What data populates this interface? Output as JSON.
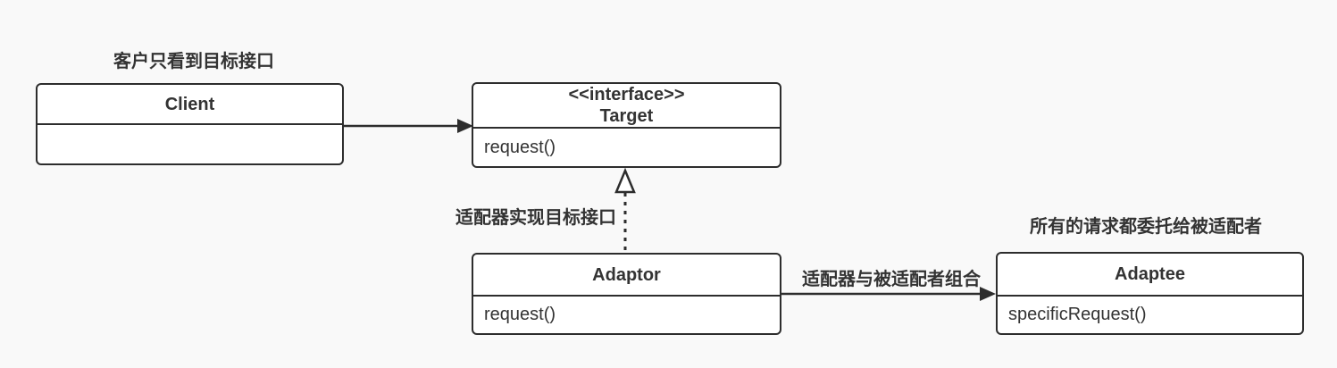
{
  "notes": {
    "client": "客户只看到目标接口",
    "implements": "适配器实现目标接口",
    "composition": "适配器与被适配者组合",
    "delegation": "所有的请求都委托给被适配者"
  },
  "classes": {
    "client": {
      "name": "Client"
    },
    "target": {
      "stereotype": "<<interface>>",
      "name": "Target",
      "method": "request()"
    },
    "adaptor": {
      "name": "Adaptor",
      "method": "request()"
    },
    "adaptee": {
      "name": "Adaptee",
      "method": "specificRequest()"
    }
  },
  "colors": {
    "background": "#f9f9f9",
    "box_fill": "#ffffff",
    "stroke": "#2d2d2d",
    "text": "#333333"
  }
}
